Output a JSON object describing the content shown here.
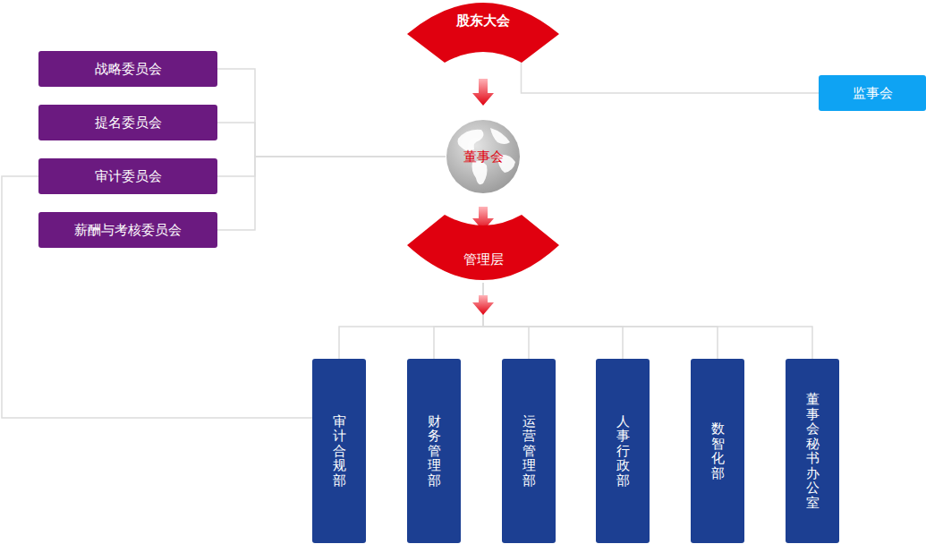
{
  "diagram": {
    "nodes": [
      {
        "text": [
          "股东大会"
        ]
      },
      {
        "text": [
          "战略委员会"
        ]
      },
      {
        "text": [
          "提名委员会"
        ]
      },
      {
        "text": [
          "审计委员会"
        ]
      },
      {
        "text": [
          "薪酬与考核委员会"
        ]
      },
      {
        "text": [
          "董事会"
        ]
      },
      {
        "text": [
          "监事会"
        ]
      },
      {
        "text": [
          "管理层"
        ]
      },
      {
        "text": [
          "审计合规部"
        ]
      },
      {
        "text": [
          "财务管理部"
        ]
      },
      {
        "text": [
          "运营管理部"
        ]
      },
      {
        "text": [
          "人事行政部"
        ]
      },
      {
        "text": [
          "数智化部"
        ]
      },
      {
        "text": [
          "董事会秘书办公室"
        ]
      }
    ],
    "edges": [
      {
        "from": 0,
        "to": 5,
        "arrow": "to"
      },
      {
        "from": 0,
        "to": 6,
        "arrow": "none"
      },
      {
        "from": 5,
        "to": 1,
        "arrow": "none"
      },
      {
        "from": 5,
        "to": 2,
        "arrow": "none"
      },
      {
        "from": 5,
        "to": 3,
        "arrow": "none"
      },
      {
        "from": 5,
        "to": 4,
        "arrow": "none"
      },
      {
        "from": 3,
        "to": 8,
        "arrow": "none"
      },
      {
        "from": 5,
        "to": 7,
        "arrow": "to"
      },
      {
        "from": 7,
        "to": 8,
        "arrow": "to"
      },
      {
        "from": 7,
        "to": 9,
        "arrow": "to"
      },
      {
        "from": 7,
        "to": 10,
        "arrow": "to"
      },
      {
        "from": 7,
        "to": 11,
        "arrow": "to"
      },
      {
        "from": 7,
        "to": 12,
        "arrow": "to"
      },
      {
        "from": 7,
        "to": 13,
        "arrow": "to"
      }
    ]
  }
}
